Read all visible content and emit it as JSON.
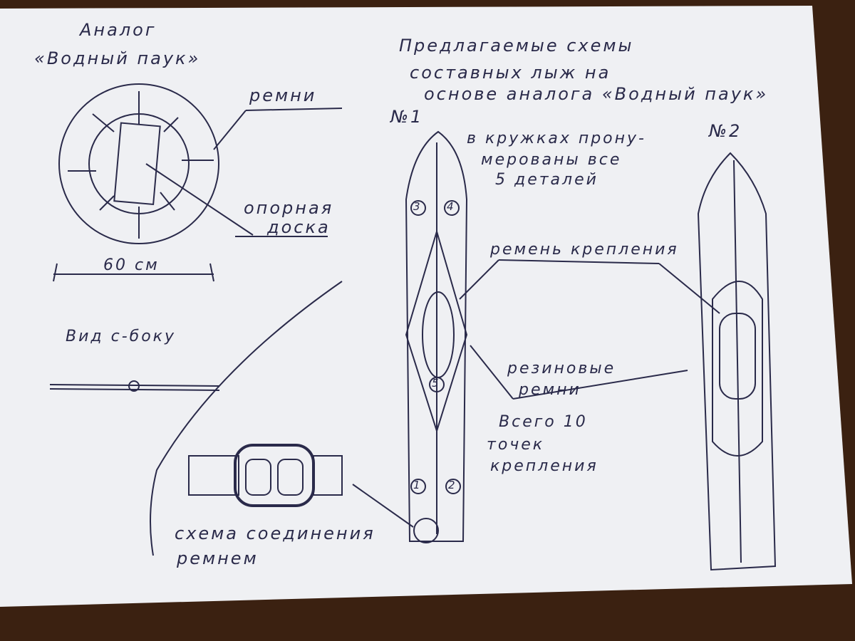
{
  "analog": {
    "title_line1": "Аналог",
    "title_line2": "«Водный паук»",
    "label_straps": "ремни",
    "label_board_1": "опорная",
    "label_board_2": "доска",
    "dimension": "60 см",
    "side_view": "Вид с-боку"
  },
  "proposal": {
    "line1": "Предлагаемые схемы",
    "line2": "составных лыж на",
    "line3": "основе аналога «Водный паук»"
  },
  "scheme1": {
    "label": "№1",
    "note_line1": "в кружках прону-",
    "note_line2": "мерованы все",
    "note_line3": "5 деталей",
    "parts": [
      "1",
      "2",
      "3",
      "4",
      "5"
    ]
  },
  "scheme2": {
    "label": "№2"
  },
  "labels": {
    "binding_strap": "ремень крепления",
    "rubber_1": "резиновые",
    "rubber_2": "ремни",
    "points_1": "Всего 10",
    "points_2": "точек",
    "points_3": "крепления",
    "joint_1": "схема соединения",
    "joint_2": "ремнем"
  },
  "colors": {
    "ink": "#2a2a4a",
    "paper": "#f1f2f4",
    "wood": "#3b2111"
  }
}
